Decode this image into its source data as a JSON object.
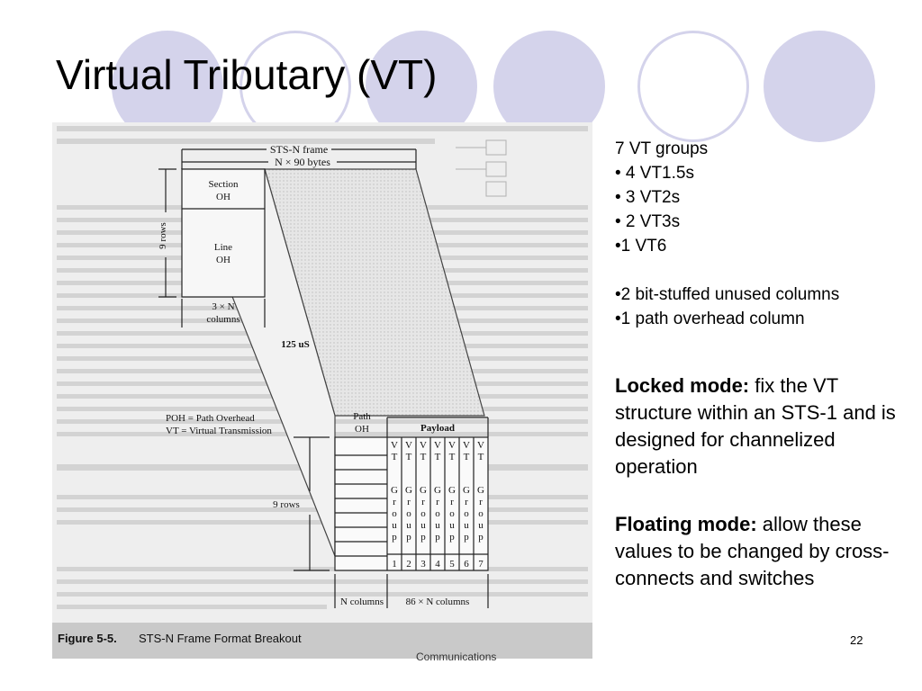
{
  "slide": {
    "title": "Virtual Tributary (VT)",
    "page_number": "22",
    "footer": "Communications",
    "accent_color": "#d4d3eb"
  },
  "figure": {
    "caption_label": "Figure 5-5.",
    "caption_title": "STS-N Frame Format Breakout",
    "sts_frame": "STS-N frame",
    "n_bytes": "N × 90 bytes",
    "section_oh": [
      "Section",
      "OH"
    ],
    "line_oh": [
      "Line",
      "OH"
    ],
    "rows_left": "9 rows",
    "oh_columns": [
      "3 × N",
      "columns"
    ],
    "time": "125 uS",
    "poh_def": "POH = Path Overhead",
    "vt_def": "VT = Virtual Transmission",
    "path_oh": [
      "Path",
      "OH"
    ],
    "payload": "Payload",
    "rows_bottom": "9 rows",
    "vt_letters": [
      "V",
      "T",
      "G",
      "r",
      "o",
      "u",
      "p"
    ],
    "vt_numbers": [
      "1",
      "2",
      "3",
      "4",
      "5",
      "6",
      "7"
    ],
    "n_columns": "N columns",
    "payload_columns": "86 × N columns"
  },
  "bullets": [
    "7 VT groups",
    "• 4 VT1.5s",
    "• 3 VT2s",
    "• 2 VT3s",
    "•1 VT6",
    "",
    "•2 bit-stuffed unused columns",
    "•1 path overhead column"
  ],
  "locked_mode": {
    "label": "Locked mode:",
    "text": " fix the VT structure within an STS-1 and is designed for channelized operation"
  },
  "floating_mode": {
    "label": "Floating mode:",
    "text": " allow these values to be changed by cross-connects and switches"
  }
}
